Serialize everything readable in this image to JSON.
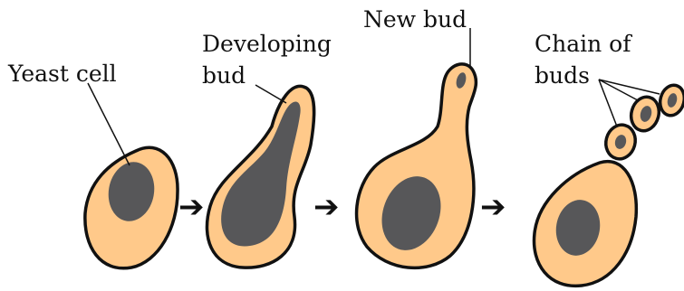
{
  "labels": {
    "yeast_cell": "Yeast cell",
    "developing_bud_line1": "Developing",
    "developing_bud_line2": "bud",
    "new_bud": "New bud",
    "chain_line1": "Chain of",
    "chain_line2": "buds"
  },
  "colors": {
    "cytoplasm": "#ffc98a",
    "nucleus": "#575759",
    "outline": "#111111"
  },
  "stages": [
    "yeast-cell",
    "developing-bud",
    "new-bud",
    "chain-of-buds"
  ]
}
